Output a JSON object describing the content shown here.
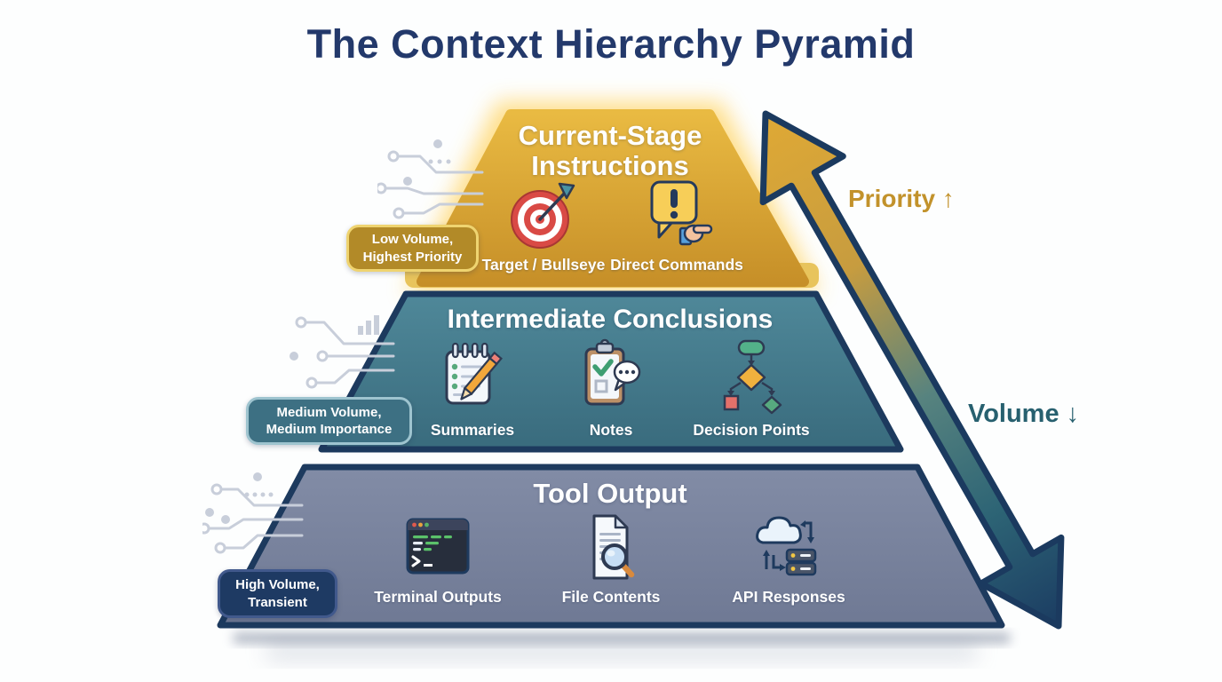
{
  "title": "The Context Hierarchy Pyramid",
  "arrows": {
    "priority_label": "Priority ↑",
    "volume_label": "Volume ↓"
  },
  "tiers": [
    {
      "name": "current-stage-instructions",
      "heading": "Current-Stage Instructions",
      "badge_line1": "Low Volume,",
      "badge_line2": "Highest Priority",
      "items": [
        {
          "icon": "target-bullseye-icon",
          "label": "Target / Bullseye"
        },
        {
          "icon": "direct-commands-icon",
          "label": "Direct Commands"
        }
      ]
    },
    {
      "name": "intermediate-conclusions",
      "heading": "Intermediate Conclusions",
      "badge_line1": "Medium Volume,",
      "badge_line2": "Medium Importance",
      "items": [
        {
          "icon": "summaries-notepad-icon",
          "label": "Summaries"
        },
        {
          "icon": "notes-clipboard-icon",
          "label": "Notes"
        },
        {
          "icon": "decision-flowchart-icon",
          "label": "Decision Points"
        }
      ]
    },
    {
      "name": "tool-output",
      "heading": "Tool Output",
      "badge_line1": "High Volume,",
      "badge_line2": "Transient",
      "items": [
        {
          "icon": "terminal-window-icon",
          "label": "Terminal Outputs"
        },
        {
          "icon": "file-magnifier-icon",
          "label": "File Contents"
        },
        {
          "icon": "cloud-server-icon",
          "label": "API Responses"
        }
      ]
    }
  ],
  "colors": {
    "title_navy": "#23396b",
    "tier_gold": "#d9a42f",
    "tier_teal": "#44798c",
    "tier_slate": "#7c86a0",
    "border_navy": "#1d3a5e",
    "badge_gold": "#b28a28",
    "badge_teal": "#3d7083",
    "badge_navy": "#1e3a63",
    "priority_gold": "#c2922b",
    "volume_teal": "#27606f"
  }
}
